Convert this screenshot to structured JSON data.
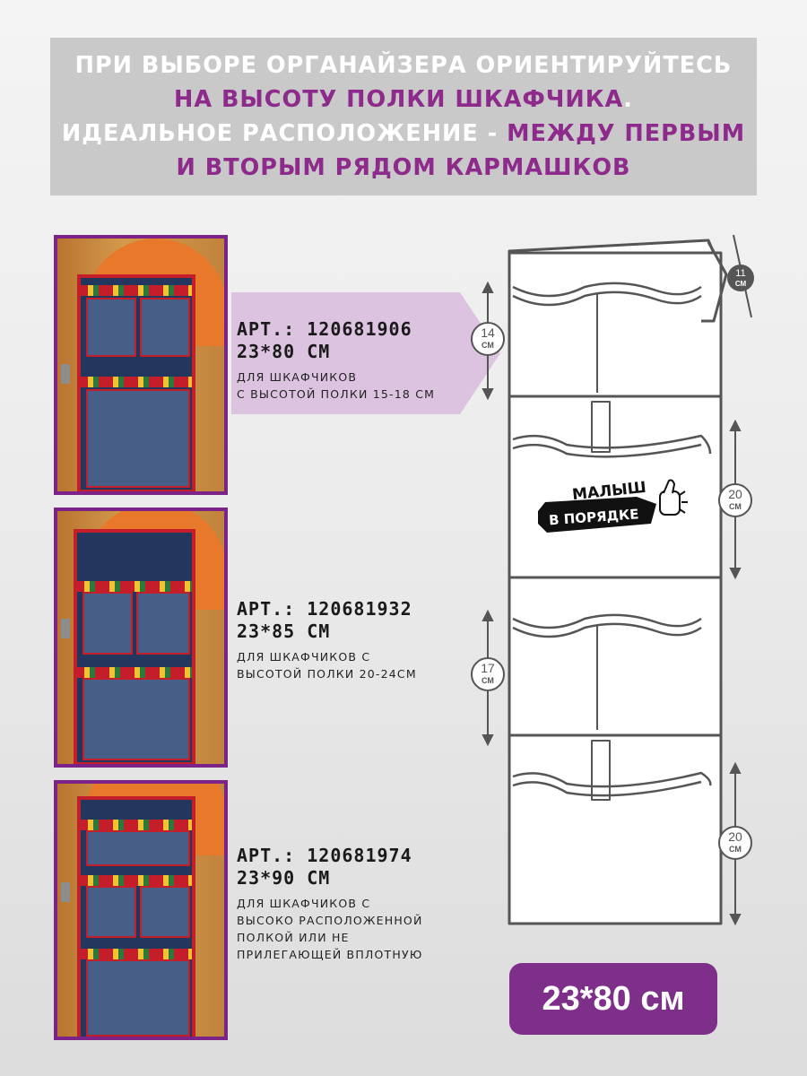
{
  "header": {
    "line1": "ПРИ ВЫБОРЕ ОРГАНАЙЗЕРА  ОРИЕНТИРУЙТЕСЬ",
    "line2_purple": "НА ВЫСОТУ ПОЛКИ ШКАФЧИКА",
    "line2_white": ".",
    "line3_white": "ИДЕАЛЬНОЕ РАСПОЛОЖЕНИЕ - ",
    "line3_purple": "МЕЖДУ ПЕРВЫМ",
    "line4_purple": "И ВТОРЫМ РЯДОМ КАРМАШКОВ"
  },
  "products": [
    {
      "article": "АРТ.: 120681906",
      "size": "23*80 СМ",
      "description": "ДЛЯ ШКАФЧИКОВ\nС ВЫСОТОЙ ПОЛКИ 15-18 СМ"
    },
    {
      "article": "АРТ.: 120681932",
      "size": "23*85 СМ",
      "description": "ДЛЯ ШКАФЧИКОВ С\nВЫСОТОЙ ПОЛКИ 20-24СМ"
    },
    {
      "article": "АРТ.: 120681974",
      "size": "23*90 СМ",
      "description": "ДЛЯ ШКАФЧИКОВ С\nВЫСОКО РАСПОЛОЖЕННОЙ\nПОЛКОЙ ИЛИ НЕ\nПРИЛЕГАЮЩЕЙ ВПЛОТНУЮ"
    }
  ],
  "dimensions": {
    "top": {
      "value": "11",
      "unit": "СМ"
    },
    "first": {
      "value": "14",
      "unit": "СМ"
    },
    "second": {
      "value": "20",
      "unit": "СМ"
    },
    "third": {
      "value": "17",
      "unit": "СМ"
    },
    "fourth": {
      "value": "20",
      "unit": "СМ"
    }
  },
  "logo": {
    "line1": "МАЛЫШ",
    "line2": "В ПОРЯДКЕ"
  },
  "size_button": {
    "label": "23*80 см"
  },
  "colors": {
    "accent_purple": "#7e2f8a",
    "header_gray": "#c9c9c9",
    "callout_lilac": "#dcc3e0"
  }
}
